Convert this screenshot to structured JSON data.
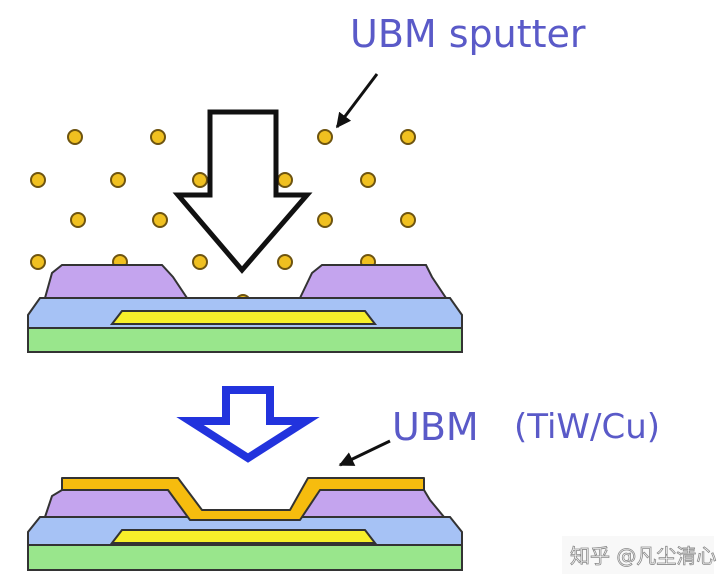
{
  "labels": {
    "sputter": "UBM sputter",
    "ubm": "UBM",
    "material": "(TiW/Cu)"
  },
  "watermark": {
    "text": "知乎 @凡尘清心"
  },
  "colors": {
    "label_text": "#5a5ac8",
    "sputter_particle": "#f0c020",
    "particle_outline": "#6e5410",
    "substrate": "#99e68c",
    "passivation_blue": "#a6c2f5",
    "polymer_purple": "#c4a4ee",
    "pad_yellow": "#f7ef2a",
    "ubm_orange": "#f6bc0e",
    "process_arrow": "#2233dd",
    "outline": "#333333"
  },
  "icons": {
    "sputter_arrow": "down-arrow-outline-icon",
    "process_arrow": "down-arrow-blue-icon",
    "pointer": "pointer-arrow-icon"
  }
}
